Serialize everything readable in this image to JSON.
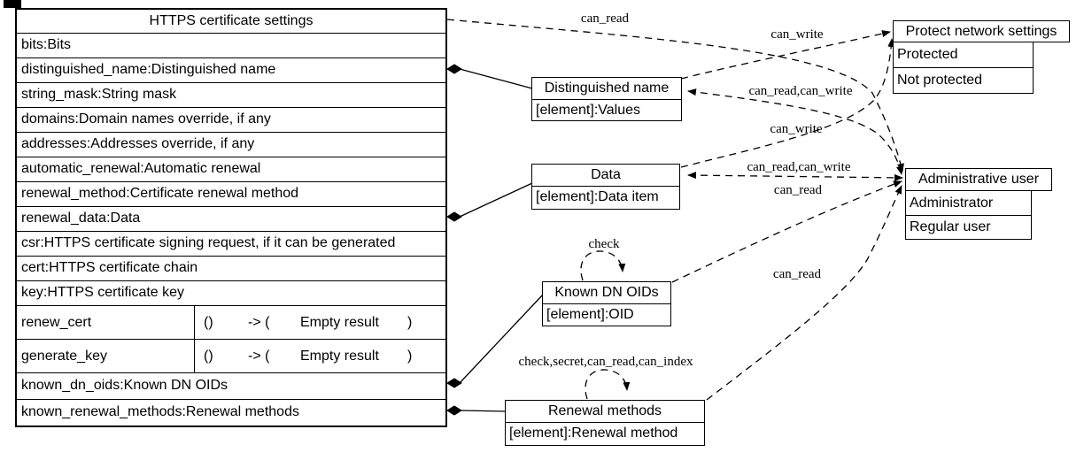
{
  "colors": {
    "line": "#000000",
    "background": "#ffffff"
  },
  "main_table": {
    "title": "HTTPS certificate settings",
    "rows": [
      "bits:Bits",
      "distinguished_name:Distinguished name",
      "string_mask:String mask",
      "domains:Domain names override, if any",
      "addresses:Addresses override, if any",
      "automatic_renewal:Automatic renewal",
      "renewal_method:Certificate renewal method",
      "renewal_data:Data",
      "csr:HTTPS certificate signing request, if it can be generated",
      "cert:HTTPS certificate chain",
      "key:HTTPS certificate key"
    ],
    "methods": [
      {
        "name": "renew_cert",
        "args": "()",
        "arrow_open": "-> (",
        "result": "Empty result",
        "close": ")"
      },
      {
        "name": "generate_key",
        "args": "()",
        "arrow_open": "-> (",
        "result": "Empty result",
        "close": ")"
      }
    ],
    "footer_rows": [
      "known_dn_oids:Known DN OIDs",
      "known_renewal_methods:Renewal methods"
    ]
  },
  "element_boxes": [
    {
      "title": "Distinguished name",
      "row": "[element]:Values"
    },
    {
      "title": "Data",
      "row": "[element]:Data item"
    },
    {
      "title": "Known DN OIDs",
      "row": "[element]:OID"
    },
    {
      "title": "Renewal methods",
      "row": "[element]:Renewal method"
    }
  ],
  "role_boxes": [
    {
      "title": "Protect network settings",
      "rows": [
        "Protected",
        "Not protected"
      ]
    },
    {
      "title": "Administrative user",
      "rows": [
        "Administrator",
        "Regular user"
      ]
    }
  ],
  "edge_labels": {
    "settings_admin": "can_read",
    "dn_protect": "can_write",
    "dn_admin": "can_read,can_write",
    "data_protect": "can_write",
    "data_admin": "can_read,can_write",
    "oids_admin": "can_read",
    "renewal_admin": "can_read",
    "oids_self": "check",
    "renewal_self": "check,secret,can_read,can_index"
  }
}
